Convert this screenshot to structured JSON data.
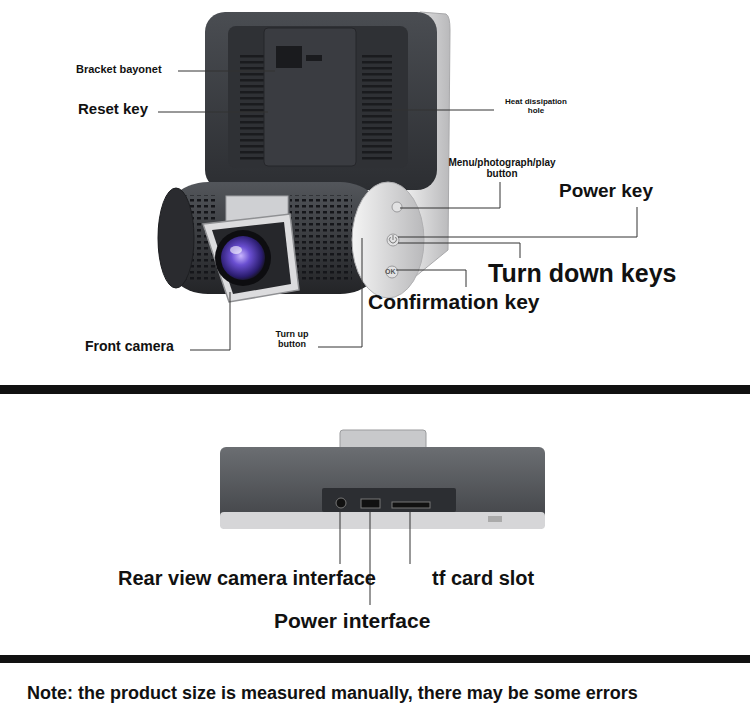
{
  "diagram": {
    "labels": [
      "Bracket bayonet",
      "Reset key",
      "Heat dissipation hole",
      "Menu/photograph/play button",
      "Power key",
      "OK",
      "Turn down keys",
      "Confirmation key",
      "Front camera",
      "Turn up button",
      "Rear view camera interface",
      "tf card slot",
      "Power interface",
      "Note: the product size is measured manually, there may be some errors"
    ]
  }
}
